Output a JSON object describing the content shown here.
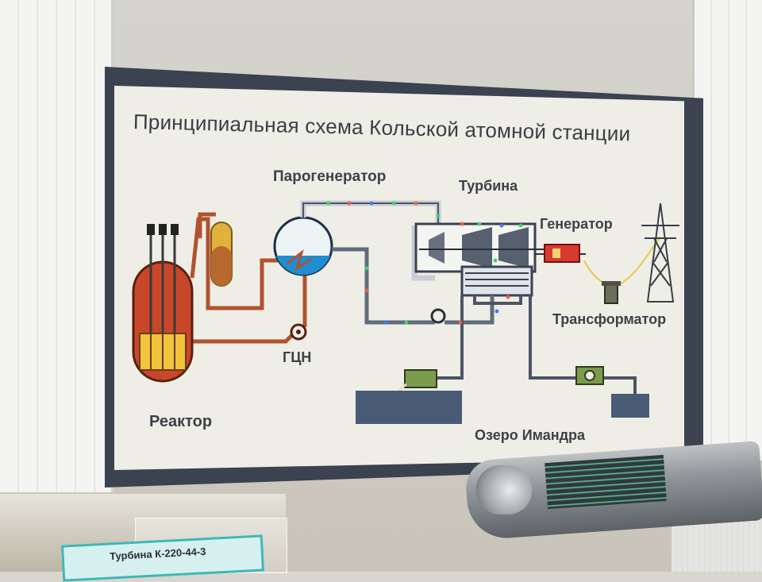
{
  "poster": {
    "title": "Принципиальная схема Кольской атомной станции"
  },
  "labels": {
    "steam_generator": "Парогенератор",
    "turbine": "Турбина",
    "generator": "Генератор",
    "transformer": "Трансформатор",
    "pump": "ГЦН",
    "reactor": "Реактор",
    "lake": "Озеро Имандра"
  },
  "exhibit": {
    "plate": "Турбина К-220-44-3"
  },
  "colors": {
    "board_frame": "#3b4250",
    "board_surface": "#efeee6",
    "primary_loop": "#b0522f",
    "secondary_loop": "#5f6c7d",
    "steam_pipe": "#e3e4ea",
    "water": "#1f8dcf",
    "lake_water": "#4a5c75",
    "led_green": "#3dd36a",
    "led_red": "#ef5a4a",
    "led_blue": "#3f7cf0",
    "generator_red": "#d83a30",
    "cooling_green": "#7a9a4d",
    "plate_border": "#3fb7b4"
  }
}
